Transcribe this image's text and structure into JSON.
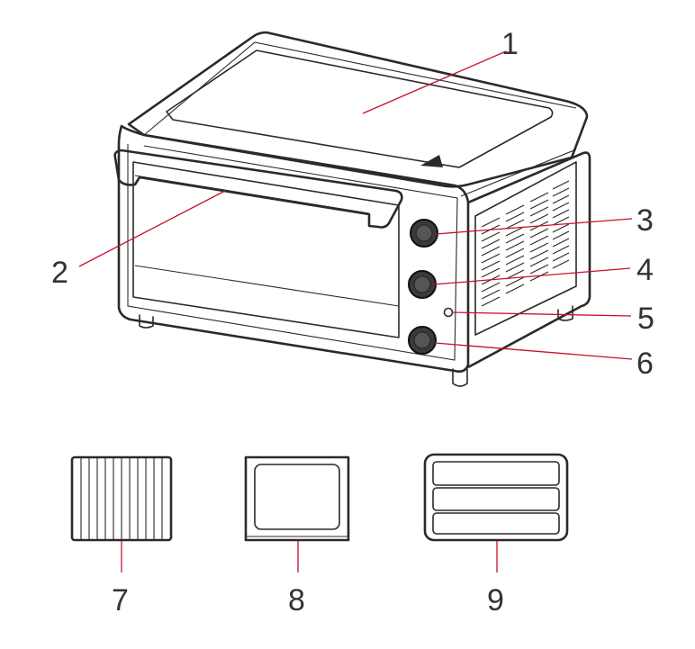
{
  "callouts": [
    "1",
    "2",
    "3",
    "4",
    "5",
    "6"
  ],
  "accessories": [
    "7",
    "8",
    "9"
  ],
  "colors": {
    "line": "#2a2a2a",
    "leader": "#c8102e",
    "label": "#333333",
    "background": "#ffffff"
  }
}
